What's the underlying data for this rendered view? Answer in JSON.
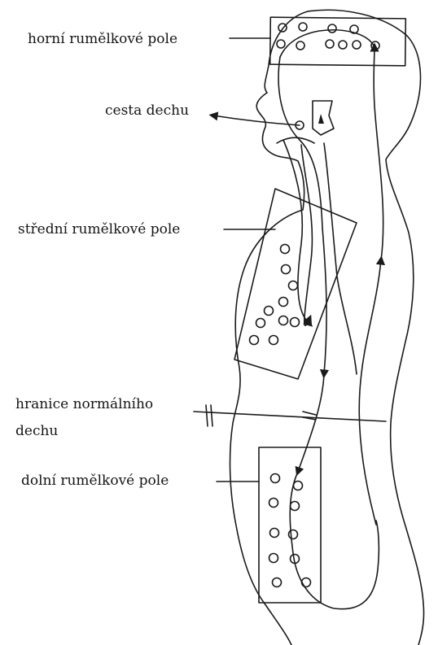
{
  "labels": {
    "upper_field": "horní rumělkové pole",
    "breath_path": "cesta dechu",
    "middle_field": "střední rumělkové pole",
    "normal_breath_line_1": "hranice normálního",
    "normal_breath_line_2": "dechu",
    "lower_field": "dolní rumělkové pole"
  },
  "colors": {
    "ink": "#1a1a1a",
    "paper": "#ffffff"
  }
}
